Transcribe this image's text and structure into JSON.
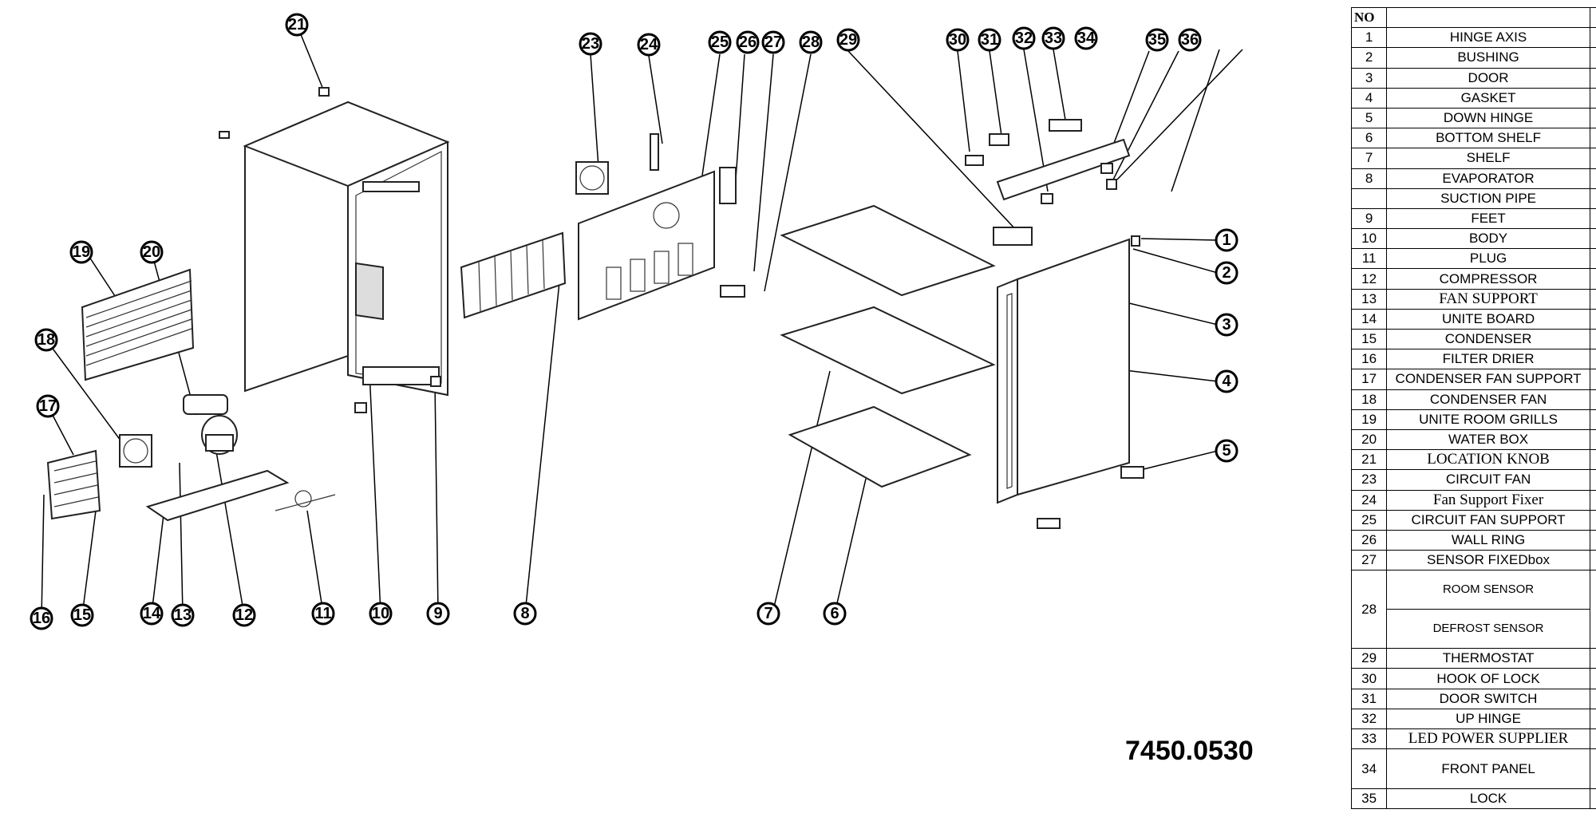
{
  "model_number": "7450.0530",
  "table": {
    "header_no": "NO",
    "header_name": "",
    "rows": [
      {
        "no": "1",
        "name": "HINGE AXIS"
      },
      {
        "no": "2",
        "name": "BUSHING"
      },
      {
        "no": "3",
        "name": "DOOR"
      },
      {
        "no": "4",
        "name": "GASKET"
      },
      {
        "no": "5",
        "name": "DOWN HINGE"
      },
      {
        "no": "6",
        "name": "BOTTOM SHELF"
      },
      {
        "no": "7",
        "name": "SHELF"
      },
      {
        "no": "8",
        "name": "EVAPORATOR"
      },
      {
        "no": "",
        "name": "SUCTION PIPE"
      },
      {
        "no": "9",
        "name": "FEET"
      },
      {
        "no": "10",
        "name": "BODY"
      },
      {
        "no": "11",
        "name": "PLUG"
      },
      {
        "no": "12",
        "name": "COMPRESSOR"
      },
      {
        "no": "13",
        "name": "FAN SUPPORT"
      },
      {
        "no": "14",
        "name": "UNITE BOARD"
      },
      {
        "no": "15",
        "name": "CONDENSER"
      },
      {
        "no": "16",
        "name": "FILTER DRIER"
      },
      {
        "no": "17",
        "name": "CONDENSER FAN SUPPORT"
      },
      {
        "no": "18",
        "name": "CONDENSER FAN"
      },
      {
        "no": "19",
        "name": "UNITE ROOM GRILLS"
      },
      {
        "no": "20",
        "name": "WATER BOX"
      },
      {
        "no": "21",
        "name": "LOCATION KNOB"
      },
      {
        "no": "23",
        "name": "CIRCUIT FAN"
      },
      {
        "no": "24",
        "name": "Fan Support Fixer"
      },
      {
        "no": "25",
        "name": "CIRCUIT FAN SUPPORT"
      },
      {
        "no": "26",
        "name": "WALL RING"
      },
      {
        "no": "27",
        "name": "SENSOR FIXEDbox"
      },
      {
        "no": "28",
        "name": "ROOM SENSOR",
        "name2": "DEFROST SENSOR"
      },
      {
        "no": "29",
        "name": "THERMOSTAT"
      },
      {
        "no": "30",
        "name": "HOOK OF LOCK"
      },
      {
        "no": "31",
        "name": "DOOR SWITCH"
      },
      {
        "no": "32",
        "name": "UP HINGE"
      },
      {
        "no": "33",
        "name": "LED POWER SUPPLIER"
      },
      {
        "no": "34",
        "name": "FRONT PANEL"
      },
      {
        "no": "35",
        "name": "LOCK"
      }
    ]
  },
  "callouts": {
    "c1": "1",
    "c2": "2",
    "c3": "3",
    "c4": "4",
    "c5": "5",
    "c6": "6",
    "c7": "7",
    "c8": "8",
    "c9": "9",
    "c10": "10",
    "c11": "11",
    "c12": "12",
    "c13": "13",
    "c14": "14",
    "c15": "15",
    "c16": "16",
    "c17": "17",
    "c18": "18",
    "c19": "19",
    "c20": "20",
    "c21": "21",
    "c23": "23",
    "c24": "24",
    "c25": "25",
    "c26": "26",
    "c27": "27",
    "c28": "28",
    "c29": "29",
    "c30": "30",
    "c31": "31",
    "c32": "32",
    "c33": "33",
    "c34": "34",
    "c35": "35",
    "c36": "36"
  }
}
